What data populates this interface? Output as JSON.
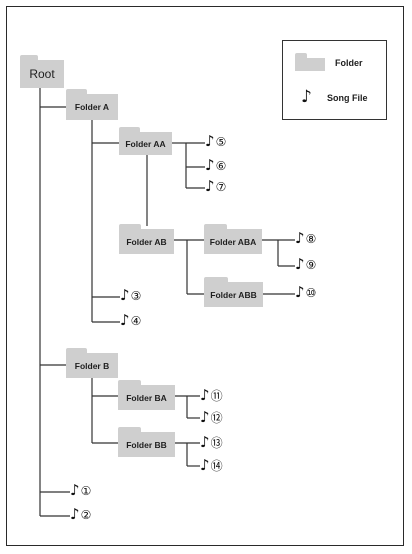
{
  "legend": {
    "folder_label": "Folder",
    "song_label": "Song File"
  },
  "folders": {
    "root": "Root",
    "a": "Folder A",
    "aa": "Folder AA",
    "ab": "Folder AB",
    "aba": "Folder ABA",
    "abb": "Folder ABB",
    "b": "Folder B",
    "ba": "Folder BA",
    "bb": "Folder BB"
  },
  "note_symbol": "♪",
  "songs": {
    "s1": "①",
    "s2": "②",
    "s3": "③",
    "s4": "④",
    "s5": "⑤",
    "s6": "⑥",
    "s7": "⑦",
    "s8": "⑧",
    "s9": "⑨",
    "s10": "⑩",
    "s11": "⑪",
    "s12": "⑫",
    "s13": "⑬",
    "s14": "⑭"
  }
}
